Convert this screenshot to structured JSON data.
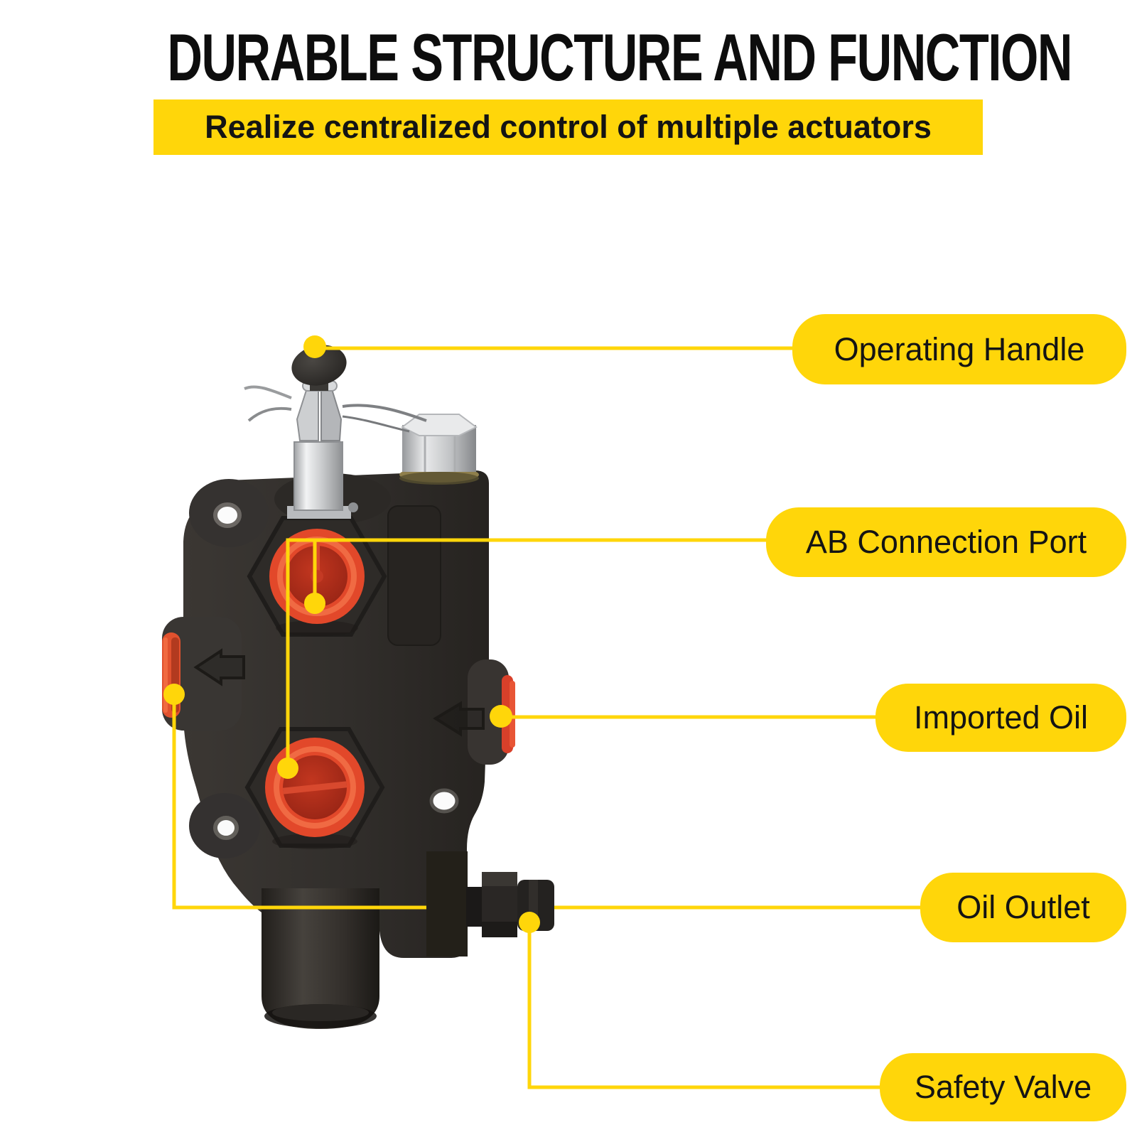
{
  "header": {
    "title": "DURABLE STRUCTURE AND FUNCTION",
    "subtitle": "Realize centralized control of multiple actuators"
  },
  "colors": {
    "accent_yellow": "#FFD60A",
    "label_text": "#141414",
    "title_text": "#0d0d0d",
    "valve_red": "#E2482A",
    "valve_orange": "#F06A43",
    "valve_body_dark": "#322F2C",
    "chrome_silver": "#D8DADC",
    "background": "#FFFFFF"
  },
  "callouts": [
    {
      "label": "Operating Handle",
      "target": "handle-knob"
    },
    {
      "label": "AB Connection Port",
      "target": "front-work-ports"
    },
    {
      "label": "Imported Oil",
      "target": "right-inlet-port"
    },
    {
      "label": "Oil Outlet",
      "target": "left-outlet-port"
    },
    {
      "label": "Safety Valve",
      "target": "relief-valve-fitting"
    }
  ]
}
